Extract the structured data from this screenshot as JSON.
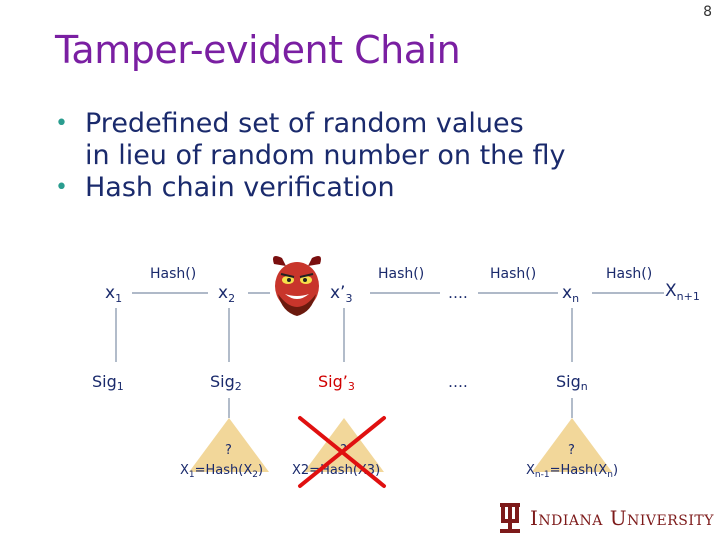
{
  "page_number": "8",
  "title": "Tamper-evident Chain",
  "bullets": [
    "Predefined set of random values",
    "in lieu of random number on the fly",
    "Hash chain verification"
  ],
  "nodes": {
    "x1": "x",
    "x1_sub": "1",
    "x2": "x",
    "x2_sub": "2",
    "x3": "x’",
    "x3_sub": "3",
    "xn": "x",
    "xn_sub": "n",
    "xn1": "X",
    "xn1_sub": "n+1",
    "ellipsis_top": "….",
    "ellipsis_bottom": "…."
  },
  "hash_labels": [
    "Hash()",
    "Hash()",
    "Hash()",
    "Hash()"
  ],
  "sigs": {
    "sig1": "Sig",
    "sig1_sub": "1",
    "sig2": "Sig",
    "sig2_sub": "2",
    "sig3": "Sig’",
    "sig3_sub": "3",
    "sign": "Sig",
    "sign_sub": "n"
  },
  "verifications": {
    "v1_q": "?",
    "v1_a": "X",
    "v1_a_sub": "1",
    "v1_eq": "=Hash(X",
    "v1_b_sub": "2",
    "v1_end": ")",
    "v2_q": "?",
    "v2_text": "X2=Hash(X3)",
    "v3_q": "?",
    "v3_a": "X",
    "v3_a_sub": "n-1",
    "v3_eq": "=Hash(X",
    "v3_b_sub": "n",
    "v3_end": ")"
  },
  "logo_text": "Indiana University",
  "colors": {
    "title": "#7a1fa2",
    "text": "#1a2a6c",
    "bullet": "#2a9d8f",
    "triangle": "#f2d79a",
    "cross": "#e01010",
    "sig3": "#d00000",
    "logo": "#7d1a1a",
    "devil": "#c8352b"
  }
}
